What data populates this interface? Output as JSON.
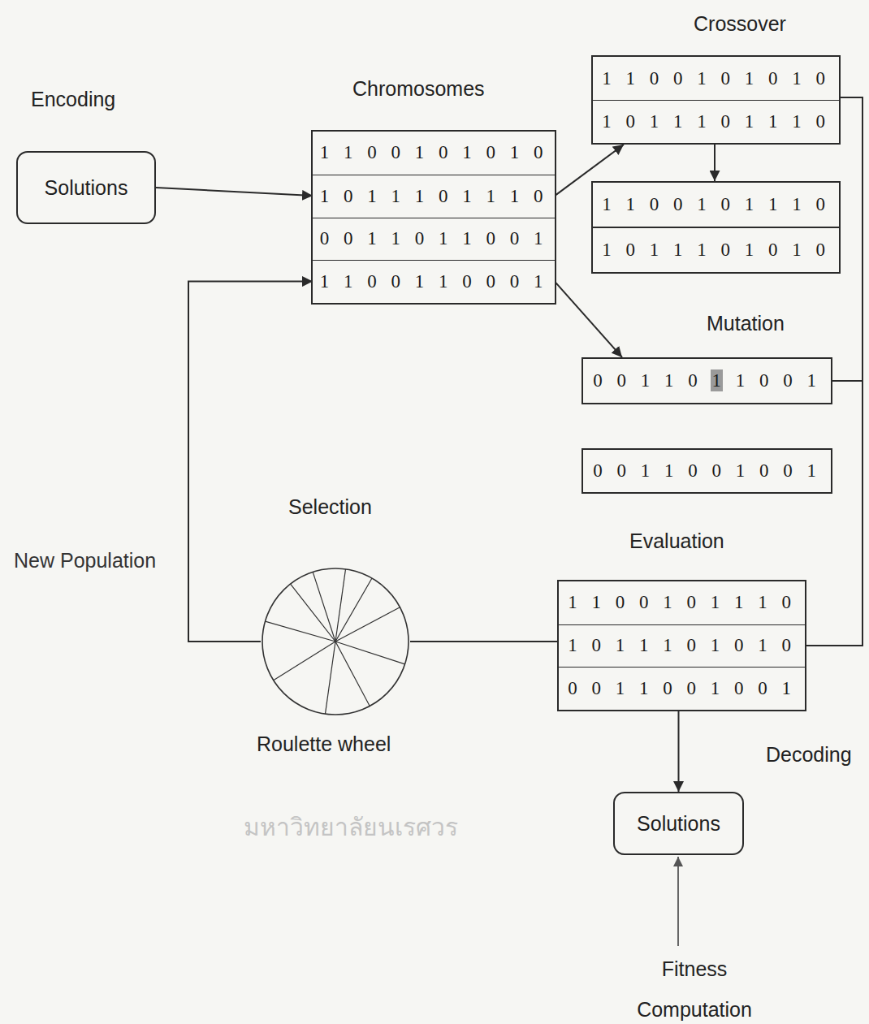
{
  "diagram": {
    "nodes": [
      {
        "text": [
          "Solutions"
        ]
      },
      {
        "text": [
          "Chromosomes"
        ]
      },
      {
        "text": [
          "1 1 0 0 1 0 1 0 1 0"
        ],
        "in": 1
      },
      {
        "text": [
          "1 0 1 1 1 0 1 1 1 0"
        ],
        "in": 1
      },
      {
        "text": [
          "0 0 1 1 0 1 1 0 0 1"
        ],
        "in": 1
      },
      {
        "text": [
          "1 1 0 0 1 1 0 0 0 1"
        ],
        "in": 1
      },
      {
        "text": [
          "Crossover"
        ]
      },
      {
        "text": [
          "1 1 0 0 1 0 1 0 1 0"
        ],
        "in": 6
      },
      {
        "text": [
          "1 0 1 1 1 0 1 1 1 0"
        ],
        "in": 6
      },
      {
        "text": [
          "1 1 0 0 1 0 1 1 1 0"
        ]
      },
      {
        "text": [
          "1 0 1 1 1 0 1 0 1 0"
        ]
      },
      {
        "text": [
          "Mutation",
          "0 0 1 1 0 1 1 0 0 1"
        ]
      },
      {
        "text": [
          "0 0 1 1 0 0 1 0 0 1"
        ]
      },
      {
        "text": [
          "Evaluation"
        ]
      },
      {
        "text": [
          "1 1 0 0 1 0 1 1 1 0"
        ],
        "in": 13
      },
      {
        "text": [
          "1 0 1 1 1 0 1 0 1 0"
        ],
        "in": 13
      },
      {
        "text": [
          "0 0 1 1 0 0 1 0 0 1"
        ],
        "in": 13
      },
      {
        "text": [
          "Selection",
          "Roulette wheel"
        ]
      },
      {
        "text": [
          "Solutions"
        ]
      }
    ],
    "edges": [
      {
        "from": 0,
        "to": 3,
        "arrow": "to"
      },
      {
        "from": 3,
        "to": 6,
        "arrow": "to"
      },
      {
        "from": 5,
        "to": 11,
        "arrow": "to"
      },
      {
        "from": 6,
        "to": 9,
        "arrow": "to"
      },
      {
        "from": 6,
        "to": 15,
        "arrow": "none"
      },
      {
        "from": 11,
        "to": 15,
        "arrow": "none"
      },
      {
        "from": 15,
        "to": 17,
        "arrow": "none"
      },
      {
        "from": 17,
        "to": 5,
        "label": "New Population",
        "arrow": "to"
      },
      {
        "from": 13,
        "to": 18,
        "arrow": "to"
      }
    ],
    "labels": [
      "Encoding",
      "Decoding",
      "Fitness Computation",
      "มหาวิทยาลัยนเรศวร"
    ]
  }
}
